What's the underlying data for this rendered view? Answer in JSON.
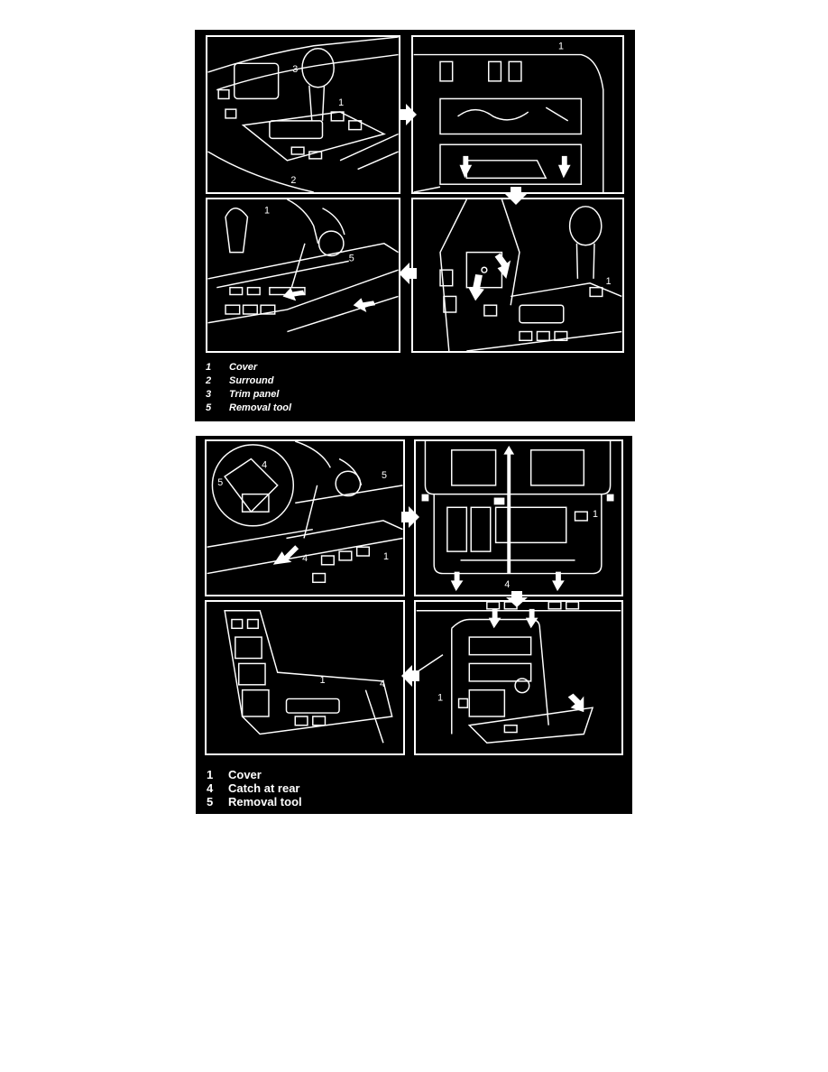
{
  "figure1": {
    "callouts": {
      "p1": [
        "3",
        "1",
        "2"
      ],
      "p2": [
        "1"
      ],
      "p3": [
        "1",
        "5"
      ],
      "p4": [
        "1"
      ]
    },
    "legend": [
      {
        "num": "1",
        "label": "Cover"
      },
      {
        "num": "2",
        "label": "Surround"
      },
      {
        "num": "3",
        "label": "Trim panel"
      },
      {
        "num": "5",
        "label": "Removal tool"
      }
    ]
  },
  "figure2": {
    "callouts": {
      "p1": [
        "4",
        "5",
        "5",
        "4",
        "1"
      ],
      "p2": [
        "1",
        "4"
      ],
      "p3": [
        "1",
        "4"
      ],
      "p4": [
        "1"
      ]
    },
    "legend": [
      {
        "num": "1",
        "label": "Cover"
      },
      {
        "num": "4",
        "label": "Catch at rear"
      },
      {
        "num": "5",
        "label": "Removal tool"
      }
    ]
  },
  "icons": {
    "step_arrow": "white-block-arrow",
    "push_arrow": "white-up-arrow"
  },
  "colors": {
    "background": "#000000",
    "linework": "#ffffff",
    "page": "#ffffff"
  }
}
